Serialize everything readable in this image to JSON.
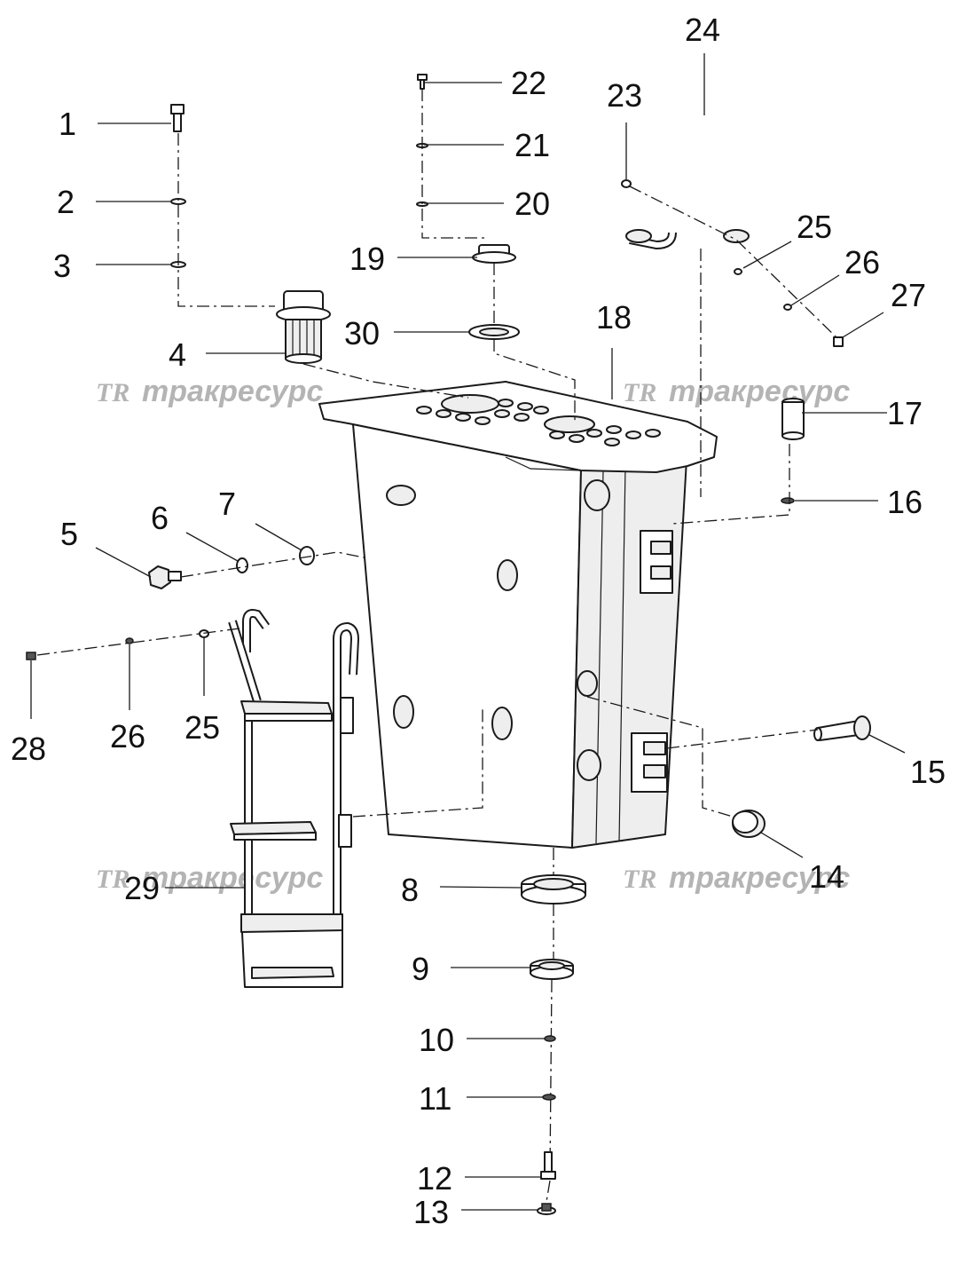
{
  "callouts": [
    {
      "id": "1",
      "label": "1"
    },
    {
      "id": "2",
      "label": "2"
    },
    {
      "id": "3",
      "label": "3"
    },
    {
      "id": "4",
      "label": "4"
    },
    {
      "id": "5",
      "label": "5"
    },
    {
      "id": "6",
      "label": "6"
    },
    {
      "id": "7",
      "label": "7"
    },
    {
      "id": "8",
      "label": "8"
    },
    {
      "id": "9",
      "label": "9"
    },
    {
      "id": "10",
      "label": "10"
    },
    {
      "id": "11",
      "label": "11"
    },
    {
      "id": "12",
      "label": "12"
    },
    {
      "id": "13",
      "label": "13"
    },
    {
      "id": "14",
      "label": "14"
    },
    {
      "id": "15",
      "label": "15"
    },
    {
      "id": "16",
      "label": "16"
    },
    {
      "id": "17",
      "label": "17"
    },
    {
      "id": "18",
      "label": "18"
    },
    {
      "id": "19",
      "label": "19"
    },
    {
      "id": "20",
      "label": "20"
    },
    {
      "id": "21",
      "label": "21"
    },
    {
      "id": "22",
      "label": "22"
    },
    {
      "id": "23",
      "label": "23"
    },
    {
      "id": "24",
      "label": "24"
    },
    {
      "id": "25a",
      "label": "25"
    },
    {
      "id": "26a",
      "label": "26"
    },
    {
      "id": "27",
      "label": "27"
    },
    {
      "id": "28",
      "label": "28"
    },
    {
      "id": "26b",
      "label": "26"
    },
    {
      "id": "25b",
      "label": "25"
    },
    {
      "id": "29",
      "label": "29"
    },
    {
      "id": "30",
      "label": "30"
    }
  ],
  "watermark": {
    "logo": "TR",
    "text": "тракресурс"
  }
}
